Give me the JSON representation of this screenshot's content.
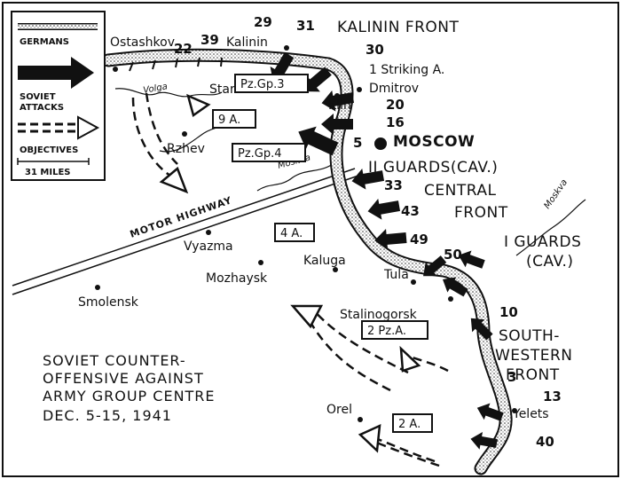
{
  "legend": {
    "germans": "GERMANS",
    "soviet_attacks": [
      "SOVIET",
      "ATTACKS"
    ],
    "objectives": "OBJECTIVES",
    "scale": "31 MILES"
  },
  "title": {
    "lines": [
      "SOVIET COUNTER-",
      "OFFENSIVE AGAINST",
      "ARMY GROUP CENTRE",
      "DEC. 5-15, 1941"
    ]
  },
  "fronts": {
    "kalinin": "KALININ FRONT",
    "central": [
      "CENTRAL",
      "FRONT"
    ],
    "southwestern": [
      "SOUTH-",
      "WESTERN",
      "FRONT"
    ]
  },
  "cities": {
    "ostashkov": "Ostashkov",
    "kalinin": "Kalinin",
    "staritsa": "Staritsa",
    "rzhev": "Rzhev",
    "klin": "Klin",
    "dmitrov": "Dmitrov",
    "moscow": "MOSCOW",
    "vyazma": "Vyazma",
    "mozhaysk": "Mozhaysk",
    "kaluga": "Kaluga",
    "smolensk": "Smolensk",
    "tula": "Tula",
    "stalinogorsk": "Stalinogorsk",
    "orel": "Orel",
    "yelets": "Yelets"
  },
  "armies": {
    "a22": "22",
    "a39": "39",
    "a29": "29",
    "a31": "31",
    "a30": "30",
    "striking": "1 Striking A.",
    "a20": "20",
    "a16": "16",
    "a5": "5",
    "guards2": "II GUARDS(CAV.)",
    "a33": "33",
    "a43": "43",
    "a49": "49",
    "a50": "50",
    "a10": "10",
    "a3": "3",
    "a13": "13",
    "a40": "40",
    "guards1": [
      "I GUARDS",
      "(CAV.)"
    ]
  },
  "german_units": {
    "pzgp3": "Pz.Gp.3",
    "a9": "9 A.",
    "pzgp4": "Pz.Gp.4",
    "a4": "4 A.",
    "pza2": "2 Pz.A.",
    "a2": "2 A."
  },
  "features": {
    "volga": "Volga",
    "moskva1": "Moskva",
    "moskva2": "Moskva",
    "motor_highway": "MOTOR HIGHWAY"
  }
}
